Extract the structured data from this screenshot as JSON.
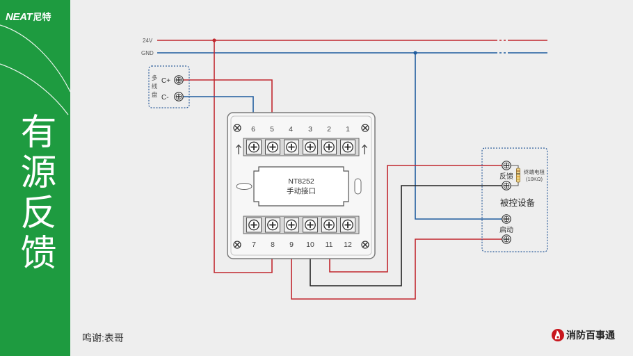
{
  "theme": {
    "panel_color": "#1e9b40",
    "background": "#eeeeee",
    "wire_red": "#c1272d",
    "wire_blue": "#1f5c9e",
    "wire_black": "#222222",
    "box_dash_color": "#2f5e9c"
  },
  "brand": {
    "logo_latin": "NEAT",
    "logo_cjk": "尼特",
    "title": "有源反馈"
  },
  "bus": {
    "v24_label": "24V",
    "gnd_label": "GND"
  },
  "controller": {
    "name_chars": [
      "多",
      "线",
      "盘"
    ],
    "c_plus": "C+",
    "c_minus": "C-"
  },
  "module": {
    "top_terminals": [
      "6",
      "5",
      "4",
      "3",
      "2",
      "1"
    ],
    "bottom_terminals": [
      "7",
      "8",
      "9",
      "10",
      "11",
      "12"
    ],
    "model": "NT8252",
    "name": "手动接口"
  },
  "device": {
    "feedback_label": "反馈",
    "resistor_label": "终端电阻",
    "resistor_value": "(10KΩ)",
    "title": "被控设备",
    "start_label": "启动"
  },
  "footer": {
    "credit": "鸣谢:表哥",
    "source": "消防百事通"
  },
  "icons": {
    "terminal": "terminal-screw-icon",
    "corner_screw": "mounting-screw-icon",
    "arrow": "up-arrow-icon",
    "resistor": "resistor-icon",
    "source_logo": "source-logo-icon"
  }
}
